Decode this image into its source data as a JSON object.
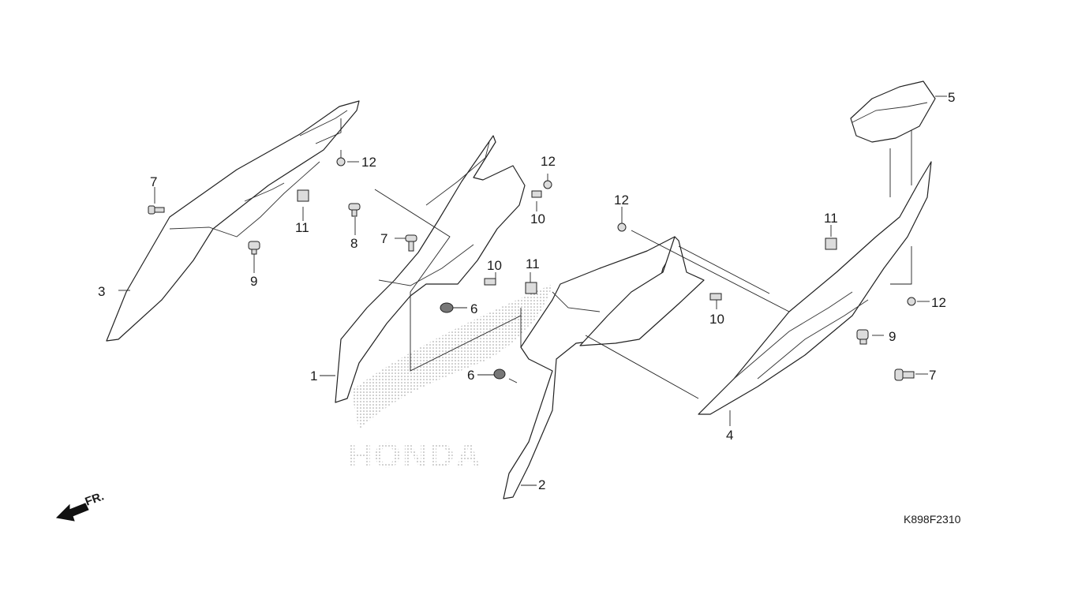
{
  "diagram": {
    "watermark_text": "HONDA",
    "front_indicator": "FR.",
    "diagram_code": "K898F2310",
    "callouts": {
      "c3": "3",
      "c7a": "7",
      "c11a": "11",
      "c12a": "12",
      "c9a": "9",
      "c8": "8",
      "c7b": "7",
      "c1": "1",
      "c6a": "6",
      "c6b": "6",
      "c12b": "12",
      "c10a": "10",
      "c10b": "10",
      "c11b": "11",
      "c2": "2",
      "c12c": "12",
      "c10c": "10",
      "c11c": "11",
      "c5": "5",
      "c12d": "12",
      "c9b": "9",
      "c7c": "7",
      "c4": "4"
    }
  }
}
